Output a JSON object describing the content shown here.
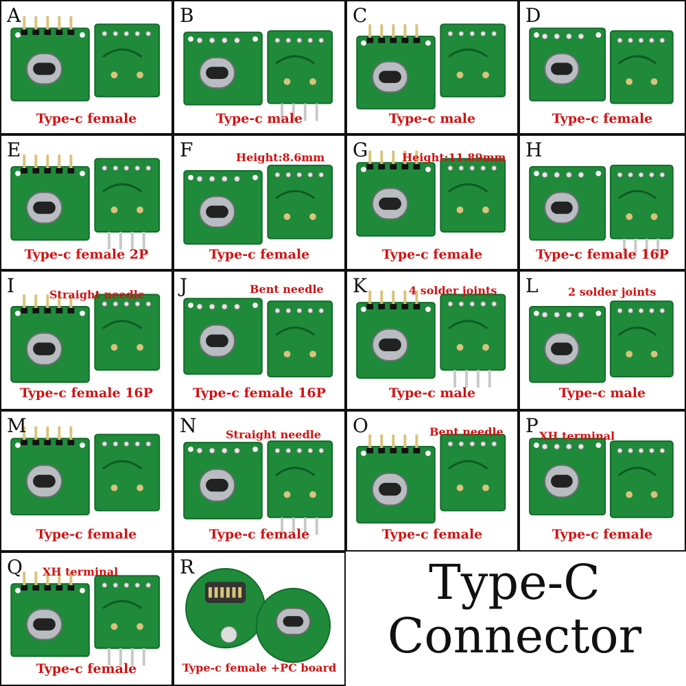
{
  "panels": [
    {
      "letter": "A",
      "caption": "Type-c female",
      "note": ""
    },
    {
      "letter": "B",
      "caption": "Type-c male",
      "note": ""
    },
    {
      "letter": "C",
      "caption": "Type-c male",
      "note": ""
    },
    {
      "letter": "D",
      "caption": "Type-c female",
      "note": ""
    },
    {
      "letter": "E",
      "caption": "Type-c female 2P",
      "note": ""
    },
    {
      "letter": "F",
      "caption": "Type-c female",
      "note": "Height:8.6mm"
    },
    {
      "letter": "G",
      "caption": "Type-c female",
      "note": "Height:11.89mm"
    },
    {
      "letter": "H",
      "caption": "Type-c female 16P",
      "note": ""
    },
    {
      "letter": "I",
      "caption": "Type-c female 16P",
      "note": "Straight needle"
    },
    {
      "letter": "J",
      "caption": "Type-c female 16P",
      "note": "Bent needle"
    },
    {
      "letter": "K",
      "caption": "Type-c male",
      "note": "4 solder joints"
    },
    {
      "letter": "L",
      "caption": "Type-c male",
      "note": "2 solder joints"
    },
    {
      "letter": "M",
      "caption": "Type-c female",
      "note": ""
    },
    {
      "letter": "N",
      "caption": "Type-c female",
      "note": "Straight needle"
    },
    {
      "letter": "O",
      "caption": "Type-c female",
      "note": "Bent needle"
    },
    {
      "letter": "P",
      "caption": "Type-c female",
      "note": "XH terminal"
    },
    {
      "letter": "Q",
      "caption": "Type-c female",
      "note": "XH terminal"
    },
    {
      "letter": "R",
      "caption": "Type-c female +PC board",
      "note": ""
    }
  ],
  "title": {
    "line1": "Type-C",
    "line2": "Connector"
  },
  "colors": {
    "caption": "#d21212",
    "pcb": "#1f8a3a",
    "pcb_dark": "#136b2a",
    "metal": "#b9bcc0",
    "border": "#111111"
  }
}
